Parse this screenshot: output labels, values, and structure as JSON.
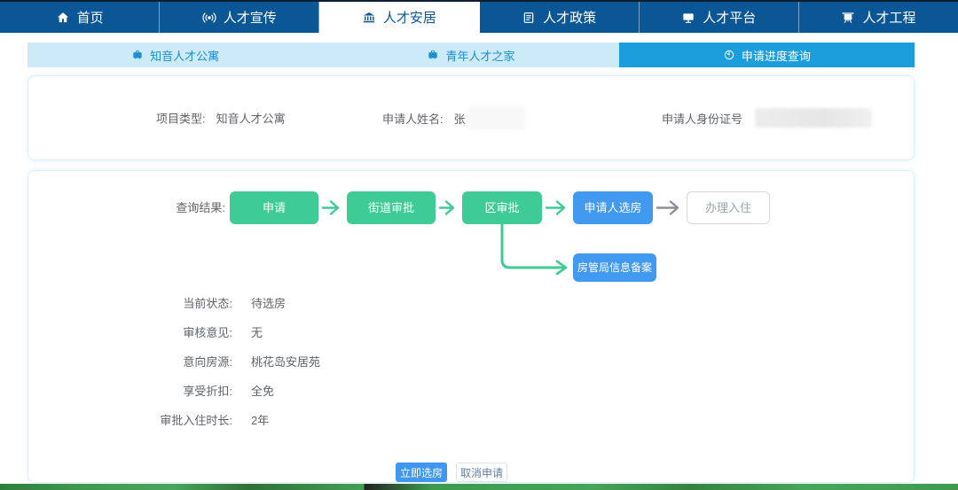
{
  "nav": {
    "items": [
      {
        "label": "首页",
        "icon": "home-icon",
        "active": false
      },
      {
        "label": "人才宣传",
        "icon": "broadcast-icon",
        "active": false
      },
      {
        "label": "人才安居",
        "icon": "bank-icon",
        "active": true
      },
      {
        "label": "人才政策",
        "icon": "document-icon",
        "active": false
      },
      {
        "label": "人才平台",
        "icon": "monitor-icon",
        "active": false
      },
      {
        "label": "人才工程",
        "icon": "presentation-icon",
        "active": false
      }
    ]
  },
  "subnav": {
    "items": [
      {
        "label": "知音人才公寓",
        "icon": "briefcase-icon",
        "active": false
      },
      {
        "label": "青年人才之家",
        "icon": "briefcase-icon",
        "active": false
      },
      {
        "label": "申请进度查询",
        "icon": "clock-icon",
        "active": true
      }
    ]
  },
  "info": {
    "project_type_label": "项目类型:",
    "project_type_value": "知音人才公寓",
    "applicant_name_label": "申请人姓名:",
    "applicant_name_value": "张",
    "applicant_id_label": "申请人身份证号"
  },
  "result": {
    "query_label": "查询结果:",
    "steps": [
      {
        "label": "申请",
        "state": "done"
      },
      {
        "label": "街道审批",
        "state": "done"
      },
      {
        "label": "区审批",
        "state": "done"
      },
      {
        "label": "申请人选房",
        "state": "current"
      },
      {
        "label": "办理入住",
        "state": "pending"
      }
    ],
    "branch_step": {
      "label": "房管局信息备案",
      "state": "current"
    },
    "fields": [
      {
        "label": "当前状态:",
        "value": "待选房"
      },
      {
        "label": "审核意见:",
        "value": "无"
      },
      {
        "label": "意向房源:",
        "value": "桃花岛安居苑"
      },
      {
        "label": "享受折扣:",
        "value": "全免"
      },
      {
        "label": "审批入住时长:",
        "value": "2年"
      }
    ],
    "actions": {
      "choose": "立即选房",
      "cancel": "取消申请"
    }
  },
  "colors": {
    "nav_bg": "#0b5694",
    "nav_active_text": "#0b5694",
    "subnav_bg": "#cdeaf9",
    "subnav_active_bg": "#1b9edb",
    "step_done": "#3ecb96",
    "step_current": "#4299f0",
    "primary_button": "#3f97ef",
    "footer_green": "#3f9a4e"
  }
}
